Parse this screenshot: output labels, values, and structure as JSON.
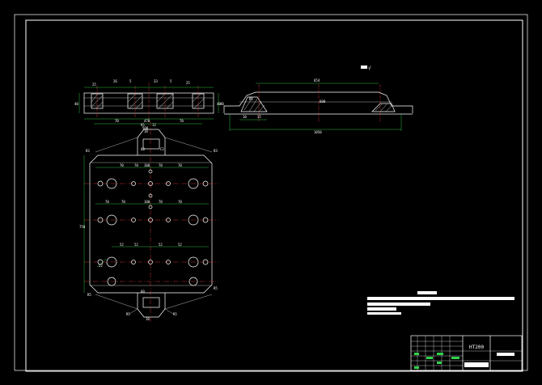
{
  "drawing": {
    "roughness_symbol": "√",
    "material": "HT200",
    "title_block_stamp": "",
    "colors": {
      "background": "#000000",
      "outline": "#ffffff",
      "centerline": "#ff3b3b",
      "dimension": "#2fd24a"
    }
  },
  "plan_view": {
    "hole_rows": 3,
    "holes_per_row": 7
  }
}
